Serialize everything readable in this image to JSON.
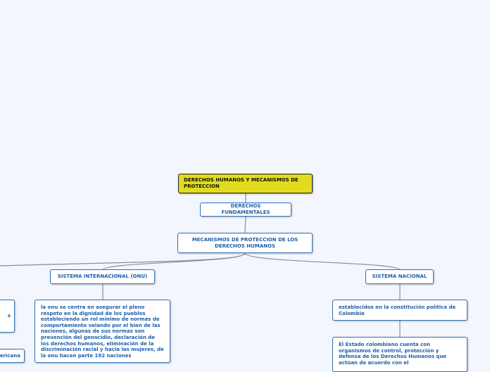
{
  "root": {
    "label": "DERECHOS HUMANOS Y MECANISMOS DE PROTECCION"
  },
  "fundamentales": {
    "label": "DERECHOS FUNDAMENTALES"
  },
  "mecanismos": {
    "label": "MECANISMOS DE PROTECCION DE LOS DERECHOS HUMANOS"
  },
  "internacional": {
    "label": "SISTEMA INTERNACIONAL (ONU)",
    "detail": "la onu se centra en asegurar el pleno respeto en la dignidad de los pueblos estableciendo un rol mínimo de normas de comportamiento velando por el bien de las naciones, algunas de sus normas son prevención del genocidio, declaración de los derechos humanos, eliminación de la discriminación racial y hacia las mujeres, de la onu hacen parte 192 naciones"
  },
  "nacional": {
    "label": "SISTEMA NACIONAL",
    "detail1": "establecidos en la constitución política de Colombia",
    "detail2": "El Estado colombiano cuenta con organismos de control, protección y defensa de los Derechos Humanos que actúan de acuerdo con el"
  },
  "left_partial": {
    "text1": "s",
    "text2": "ericana"
  },
  "colors": {
    "node_border": "#2f72b8",
    "node_text": "#1f5fa8",
    "root_fill": "#e2db1f",
    "link": "#8a8d92"
  }
}
